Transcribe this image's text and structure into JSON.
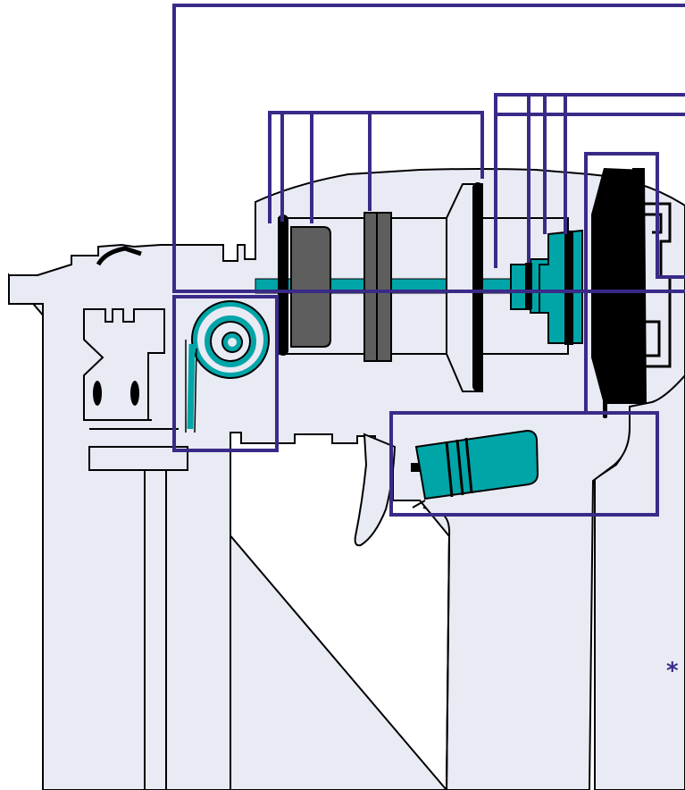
{
  "diagram": {
    "colors": {
      "body": "#e8eaf4",
      "outline": "#000000",
      "accent": "#00a5a8",
      "dark_gray": "#5e5e5e",
      "callout": "#3a2a88",
      "background": "#ffffff"
    },
    "components": [
      "housing",
      "handle",
      "trigger",
      "magazine",
      "coil-spring",
      "front-seal",
      "piston",
      "piston-ring",
      "cylinder-flange",
      "drive-rod",
      "rear-collar",
      "head-valve",
      "motor-cap",
      "battery-cartridge"
    ],
    "callout_boxes": [
      "spring-callout-box",
      "piston-assembly-callout-box",
      "valve-callout-box",
      "motor-callout-box",
      "cartridge-callout-box",
      "outer-callout-frame"
    ],
    "footnote_marker": "*"
  }
}
